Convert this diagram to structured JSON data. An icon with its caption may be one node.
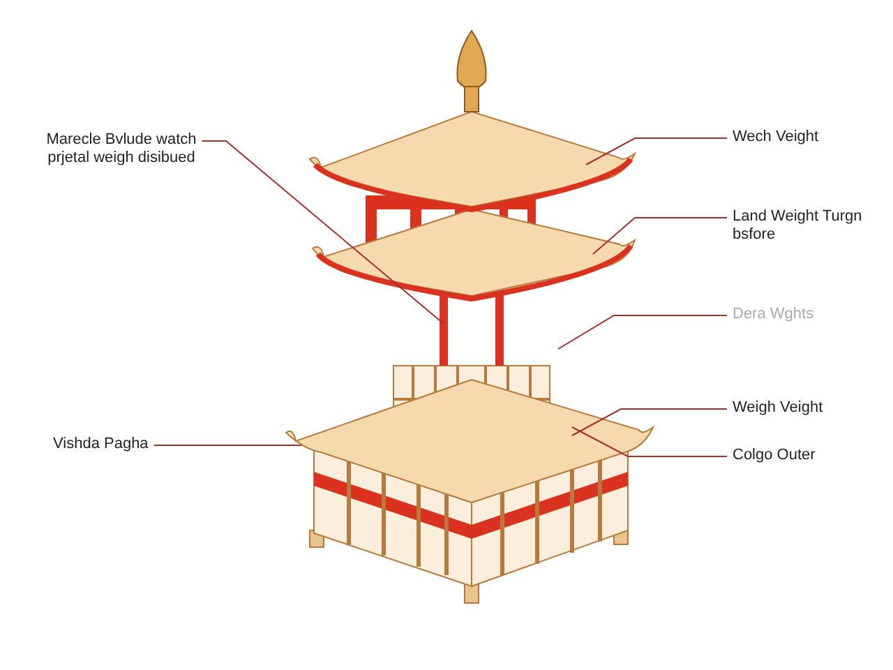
{
  "diagram": {
    "nodes": [
      {
        "text": [
          "Marecle Bvlude watch prjetal weigh disibued"
        ]
      },
      {
        "text": [
          "Wech Veight"
        ]
      },
      {
        "text": [
          "Land Weight Turgn bsfore"
        ]
      },
      {
        "text": [
          "Dera Wghts"
        ]
      },
      {
        "text": [
          "Weigh Veight"
        ]
      },
      {
        "text": [
          "Colgo Outer"
        ]
      },
      {
        "text": [
          "Vishda Pagha"
        ]
      }
    ],
    "edges": [
      {
        "from": 0,
        "to": null,
        "arrow": "none"
      },
      {
        "from": 1,
        "to": null,
        "arrow": "none"
      },
      {
        "from": 2,
        "to": null,
        "arrow": "none"
      },
      {
        "from": 3,
        "to": null,
        "arrow": "none"
      },
      {
        "from": 4,
        "to": null,
        "arrow": "none"
      },
      {
        "from": 5,
        "to": null,
        "arrow": "none"
      },
      {
        "from": 6,
        "to": null,
        "arrow": "none"
      }
    ]
  }
}
